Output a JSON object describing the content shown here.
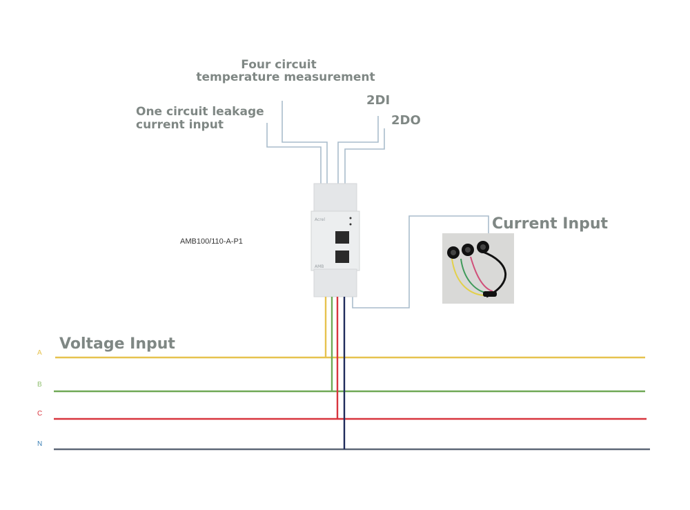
{
  "labels": {
    "temperature_line1": "Four circuit",
    "temperature_line2": "temperature measurement",
    "leakage_line1": "One circuit leakage",
    "leakage_line2": "current input",
    "digital_inputs": "2DI",
    "digital_outputs": "2DO",
    "current_input": "Current Input",
    "voltage_input": "Voltage Input",
    "model": "AMB100/110-A-P1"
  },
  "device": {
    "brand": "Acrel",
    "series": "AMB"
  },
  "phases": [
    {
      "name": "A",
      "color": "#e6c24e"
    },
    {
      "name": "B",
      "color": "#6fa855"
    },
    {
      "name": "C",
      "color": "#d8343d"
    },
    {
      "name": "N",
      "color": "#5d6777"
    }
  ],
  "colors": {
    "signal_wire": "#a9bccb",
    "label_text": "#7f8784",
    "neutral_drop": "#1e2a5a"
  }
}
